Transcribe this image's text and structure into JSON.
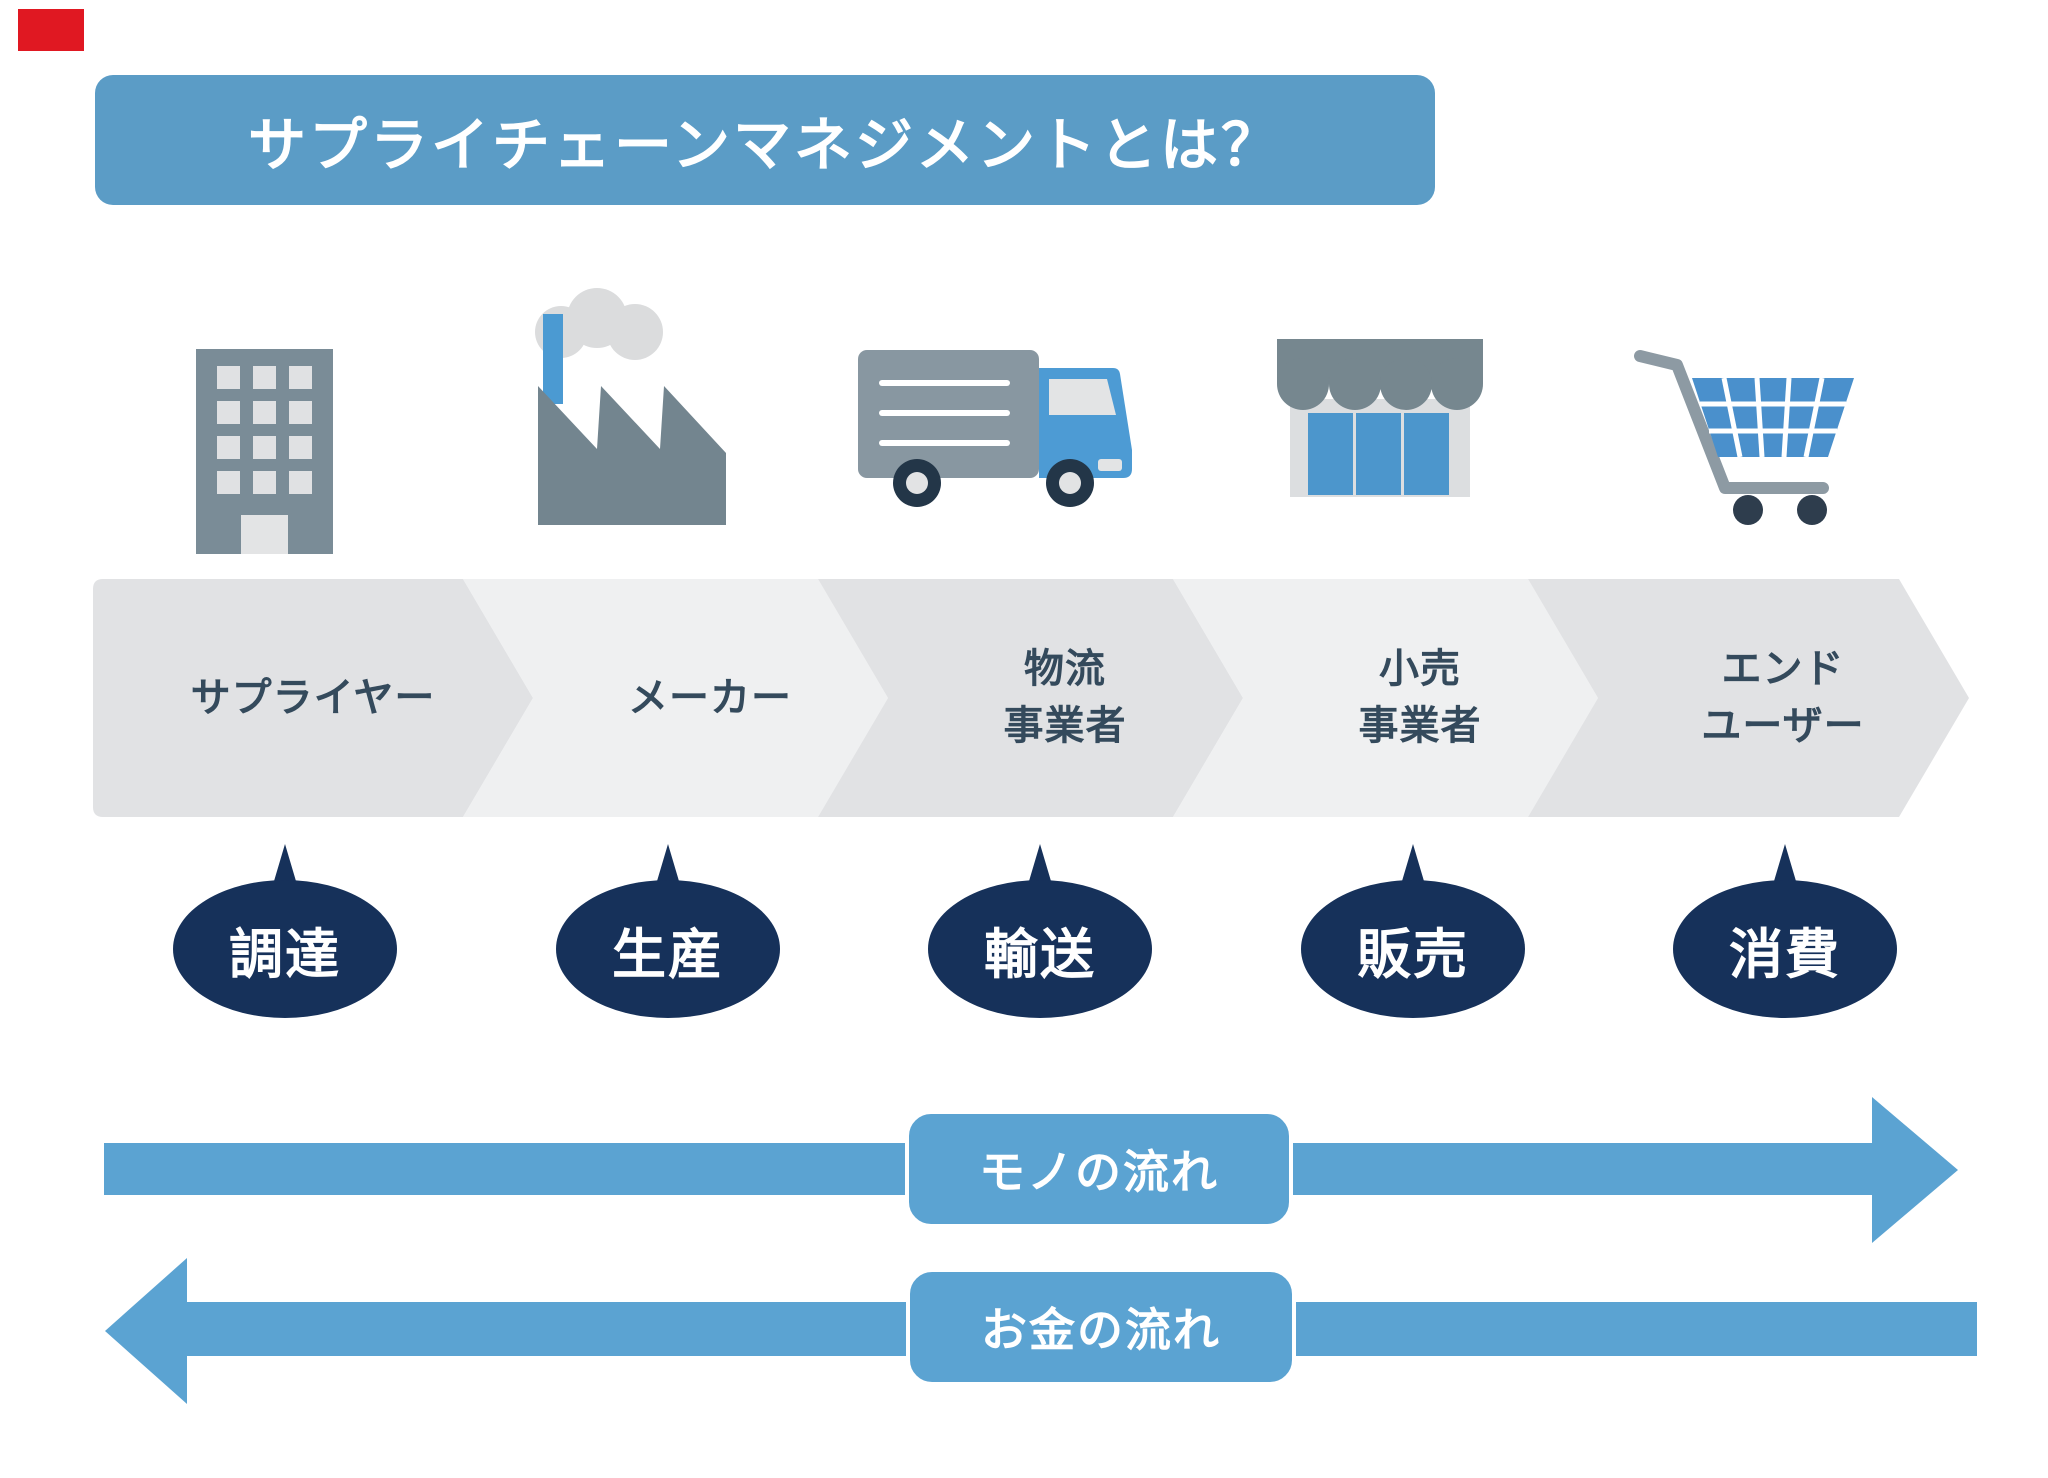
{
  "page": {
    "background": "#ffffff",
    "corner_marker_color": "#e01822"
  },
  "title": {
    "text": "サプライチェーンマネジメントとは？",
    "bg_color": "#5b9cc6",
    "text_color": "#ffffff"
  },
  "stages": [
    {
      "key": "supplier",
      "icon": "building-icon",
      "label_lines": [
        "サプライヤー"
      ],
      "bubble": "調達"
    },
    {
      "key": "maker",
      "icon": "factory-icon",
      "label_lines": [
        "メーカー"
      ],
      "bubble": "生産"
    },
    {
      "key": "logistics",
      "icon": "truck-icon",
      "label_lines": [
        "物流",
        "事業者"
      ],
      "bubble": "輸送"
    },
    {
      "key": "retailer",
      "icon": "store-icon",
      "label_lines": [
        "小売",
        "事業者"
      ],
      "bubble": "販売"
    },
    {
      "key": "end-user",
      "icon": "cart-icon",
      "label_lines": [
        "エンド",
        "ユーザー"
      ],
      "bubble": "消費"
    }
  ],
  "flows": [
    {
      "key": "goods",
      "label": "モノの流れ",
      "direction": "right"
    },
    {
      "key": "money",
      "label": "お金の流れ",
      "direction": "left"
    }
  ],
  "colors": {
    "arrow_blue": "#5ba3d2",
    "banner_blue": "#5b9cc6",
    "accent_blue": "#4c96cf",
    "bubble_navy": "#16315a",
    "label_slate": "#344a5c",
    "icon_slate": "#78909c",
    "icon_light_gray": "#e0e1e3",
    "chevron_gray_dark": "#e1e2e4",
    "chevron_gray_light": "#eff0f1"
  }
}
